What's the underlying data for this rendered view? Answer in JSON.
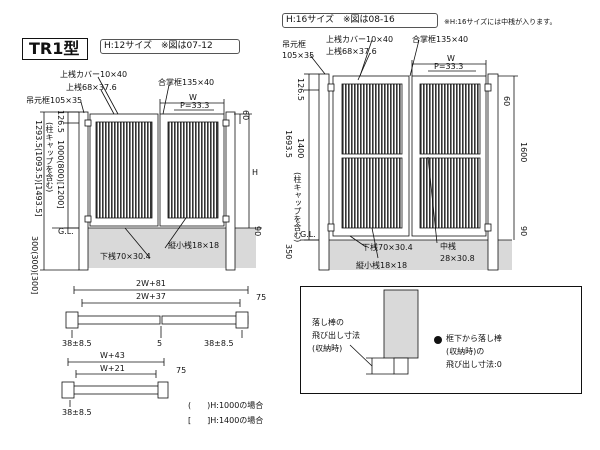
{
  "left_panel": {
    "model_title": "TR1型",
    "size_note": "H:12サイズ　※図は07-12",
    "labels": {
      "upper_cover": "上桟カバー10×40",
      "upper_rail": "上桟68×37.6",
      "post_frame": "吊元框105×35",
      "latch_frame": "合掌框135×40",
      "w": "W",
      "p": "P=33.3",
      "h": "H",
      "bottom_rail": "下桟70×30.4",
      "vertical_slat": "縦小桟18×18",
      "gl": "G.L.",
      "dim_126_5": "126.5",
      "dim_60": "60",
      "dim_height": "1000(800)[1200]",
      "dim_total": "1293.5(1093.5)[1493.5]",
      "dim_total_note": "(柱キャップを含む)",
      "dim_90": "90",
      "dim_embed": "300(300)[300]"
    }
  },
  "right_panel": {
    "size_note": "H:16サイズ　※図は08-16",
    "side_note": "※H:16サイズには中桟が入ります。",
    "labels": {
      "post_frame": "吊元框",
      "post_frame_size": "105×35",
      "upper_cover": "上桟カバー10×40",
      "upper_rail": "上桟68×37.6",
      "latch_frame": "合掌框135×40",
      "w": "W",
      "p": "P=33.3",
      "dim_126_5": "126.5",
      "dim_1400": "1400",
      "dim_1600": "1600",
      "dim_total": "1693.5",
      "dim_total_note": "(柱キャップを含む)",
      "dim_60": "60",
      "dim_90": "90",
      "dim_350": "350",
      "gl": "G.L.",
      "bottom_rail": "下桟70×30.4",
      "vertical_slat": "縦小桟18×18",
      "middle_rail": "中桟",
      "middle_rail_size": "28×30.8"
    }
  },
  "plan_double": {
    "w_outer": "2W+81",
    "w_inner": "2W+37",
    "post": "75",
    "left_offset": "38±8.5",
    "center": "5",
    "right_offset": "38±8.5"
  },
  "plan_single": {
    "w_outer": "W+43",
    "w_inner": "W+21",
    "post": "75",
    "offset": "38±8.5"
  },
  "legend": {
    "paren": "(　　)H:1000の場合",
    "bracket": "[　　]H:1400の場合"
  },
  "inset": {
    "label_1": "落し棒の",
    "label_2": "飛び出し寸法",
    "label_3": "(収納時)",
    "note_1": "框下から落し棒",
    "note_2": "(収納時)の",
    "note_3": "飛び出し寸法:0"
  }
}
